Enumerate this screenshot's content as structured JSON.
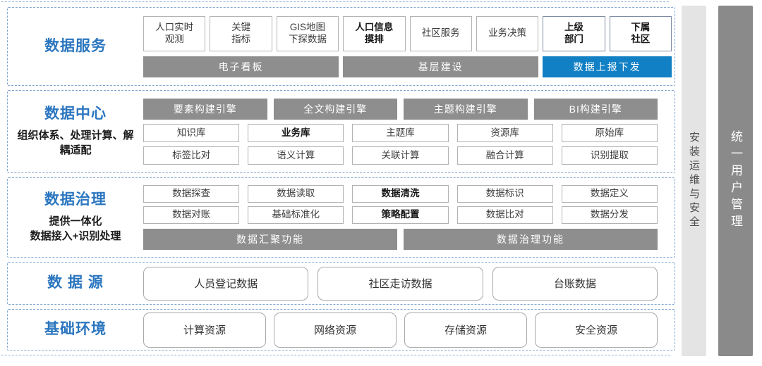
{
  "colors": {
    "accent-blue": "#2b76bf",
    "bar-gray": "#8e8e8e",
    "bar-blue": "#1180c5",
    "dash-blue": "#84a7cf",
    "sidebar-light": "#e4e4e4",
    "sidebar-dark": "#8a8a8a"
  },
  "layers": {
    "services": {
      "title": "数据服务",
      "boxes": [
        {
          "label": "人口实时\n观测"
        },
        {
          "label": "关键\n指标"
        },
        {
          "label": "GIS地图\n下探数据"
        },
        {
          "label": "人口信息\n摸排",
          "bold": true
        },
        {
          "label": "社区服务"
        },
        {
          "label": "业务决策"
        },
        {
          "label": "上级\n部门",
          "bold": true,
          "variant": "accent"
        },
        {
          "label": "下属\n社区",
          "bold": true,
          "variant": "accent"
        }
      ],
      "bars": [
        {
          "label": "电子看板"
        },
        {
          "label": "基层建设"
        },
        {
          "label": "数据上报下发",
          "variant": "blue"
        }
      ]
    },
    "center": {
      "title": "数据中心",
      "desc": "组织体系、处理计算、解\n耦适配",
      "engines": [
        "要素构建引擎",
        "全文构建引擎",
        "主题构建引擎",
        "BI构建引擎"
      ],
      "row1": [
        {
          "label": "知识库"
        },
        {
          "label": "业务库",
          "bold": true
        },
        {
          "label": "主题库"
        },
        {
          "label": "资源库"
        },
        {
          "label": "原始库"
        }
      ],
      "row2": [
        {
          "label": "标签比对"
        },
        {
          "label": "语义计算"
        },
        {
          "label": "关联计算"
        },
        {
          "label": "融合计算"
        },
        {
          "label": "识别提取"
        }
      ]
    },
    "governance": {
      "title": "数据治理",
      "desc": "提供一体化\n数据接入+识别处理",
      "row1": [
        {
          "label": "数据探查"
        },
        {
          "label": "数据读取"
        },
        {
          "label": "数据清洗",
          "bold": true
        },
        {
          "label": "数据标识"
        },
        {
          "label": "数据定义"
        }
      ],
      "row2": [
        {
          "label": "数据对账"
        },
        {
          "label": "基础标准化"
        },
        {
          "label": "策略配置",
          "bold": true
        },
        {
          "label": "数据比对"
        },
        {
          "label": "数据分发"
        }
      ],
      "bars": [
        {
          "label": "数据汇聚功能"
        },
        {
          "label": "数据治理功能"
        }
      ]
    },
    "sources": {
      "title": "数 据 源",
      "boxes": [
        {
          "label": "人员登记数据"
        },
        {
          "label": "社区走访数据"
        },
        {
          "label": "台账数据"
        }
      ]
    },
    "infra": {
      "title": "基础环境",
      "boxes": [
        {
          "label": "计算资源"
        },
        {
          "label": "网络资源"
        },
        {
          "label": "存储资源"
        },
        {
          "label": "安全资源"
        }
      ]
    }
  },
  "sidebars": [
    {
      "label": "安装运维与安全"
    },
    {
      "label": "统一用户管理"
    }
  ]
}
